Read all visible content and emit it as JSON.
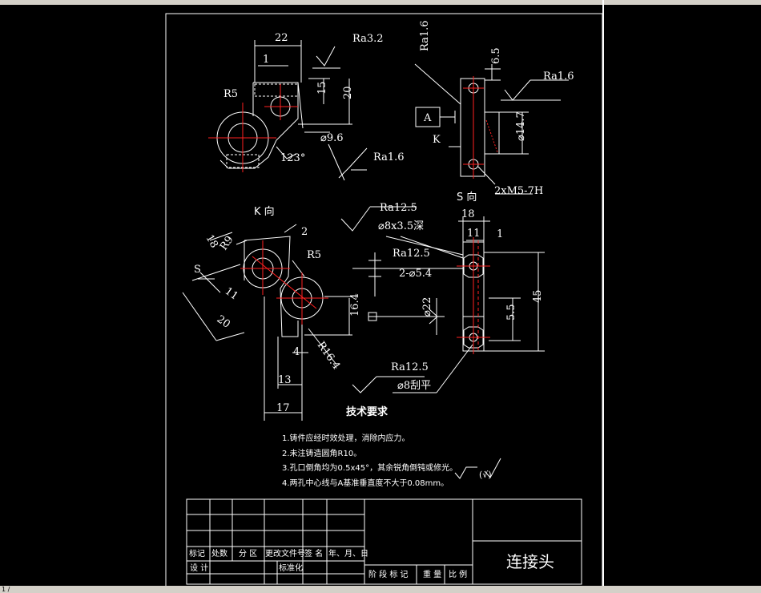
{
  "dims": {
    "d22": "22",
    "d1": "1",
    "d15": "15",
    "d20": "20",
    "dR5a": "R5",
    "dphi96": "⌀9.6",
    "d123": "123°",
    "dRa32": "Ra3.2",
    "dRa16a": "Ra1.6",
    "dRa16b": "Ra1.6",
    "dRa16c": "Ra1.6",
    "d65": "6.5",
    "dphi147": "⌀14.7",
    "dM5": "2xM5-7H",
    "datumA": "A",
    "viewK": "K",
    "dRa125a": "Ra12.5",
    "dphi8": "⌀8x3.5深",
    "dRa125b": "Ra12.5",
    "d2phi54": "2-⌀5.4",
    "dphi22": "⌀22",
    "dRa125c": "Ra12.5",
    "dphi8flat": "⌀8刮平",
    "d18a": "18",
    "d11a": "11",
    "d1b": "1",
    "d45": "45",
    "d55": "5.5",
    "d18b": "18",
    "dR9": "R9",
    "d2": "2",
    "dR5b": "R5",
    "dS": "S",
    "d11b": "11",
    "d20b": "20",
    "d164": "16.4",
    "d4": "4",
    "dR164": "R16.4",
    "d13": "13",
    "d17": "17"
  },
  "views": {
    "k_view": "K 向",
    "s_view": "S 向"
  },
  "tech": {
    "title": "技术要求",
    "items": [
      "1.铸件应经时效处理，消除内应力。",
      "2.未注铸造圆角R10。",
      "3.孔口倒角均为0.5x45°，其余锐角倒钝或修光。",
      "4.两孔中心线与A基准垂直度不大于0.08mm。"
    ],
    "rough_note": "(√)"
  },
  "title_block": {
    "part_name": "连接头",
    "row1": [
      "标记",
      "处数",
      "分 区",
      "更改文件号",
      "签 名",
      "年、月、日"
    ],
    "row2": [
      "设 计",
      "标准化"
    ],
    "row3": [
      "阶 段 标 记",
      "重 量",
      "比 例"
    ]
  },
  "status": {
    "left": "1 /"
  }
}
